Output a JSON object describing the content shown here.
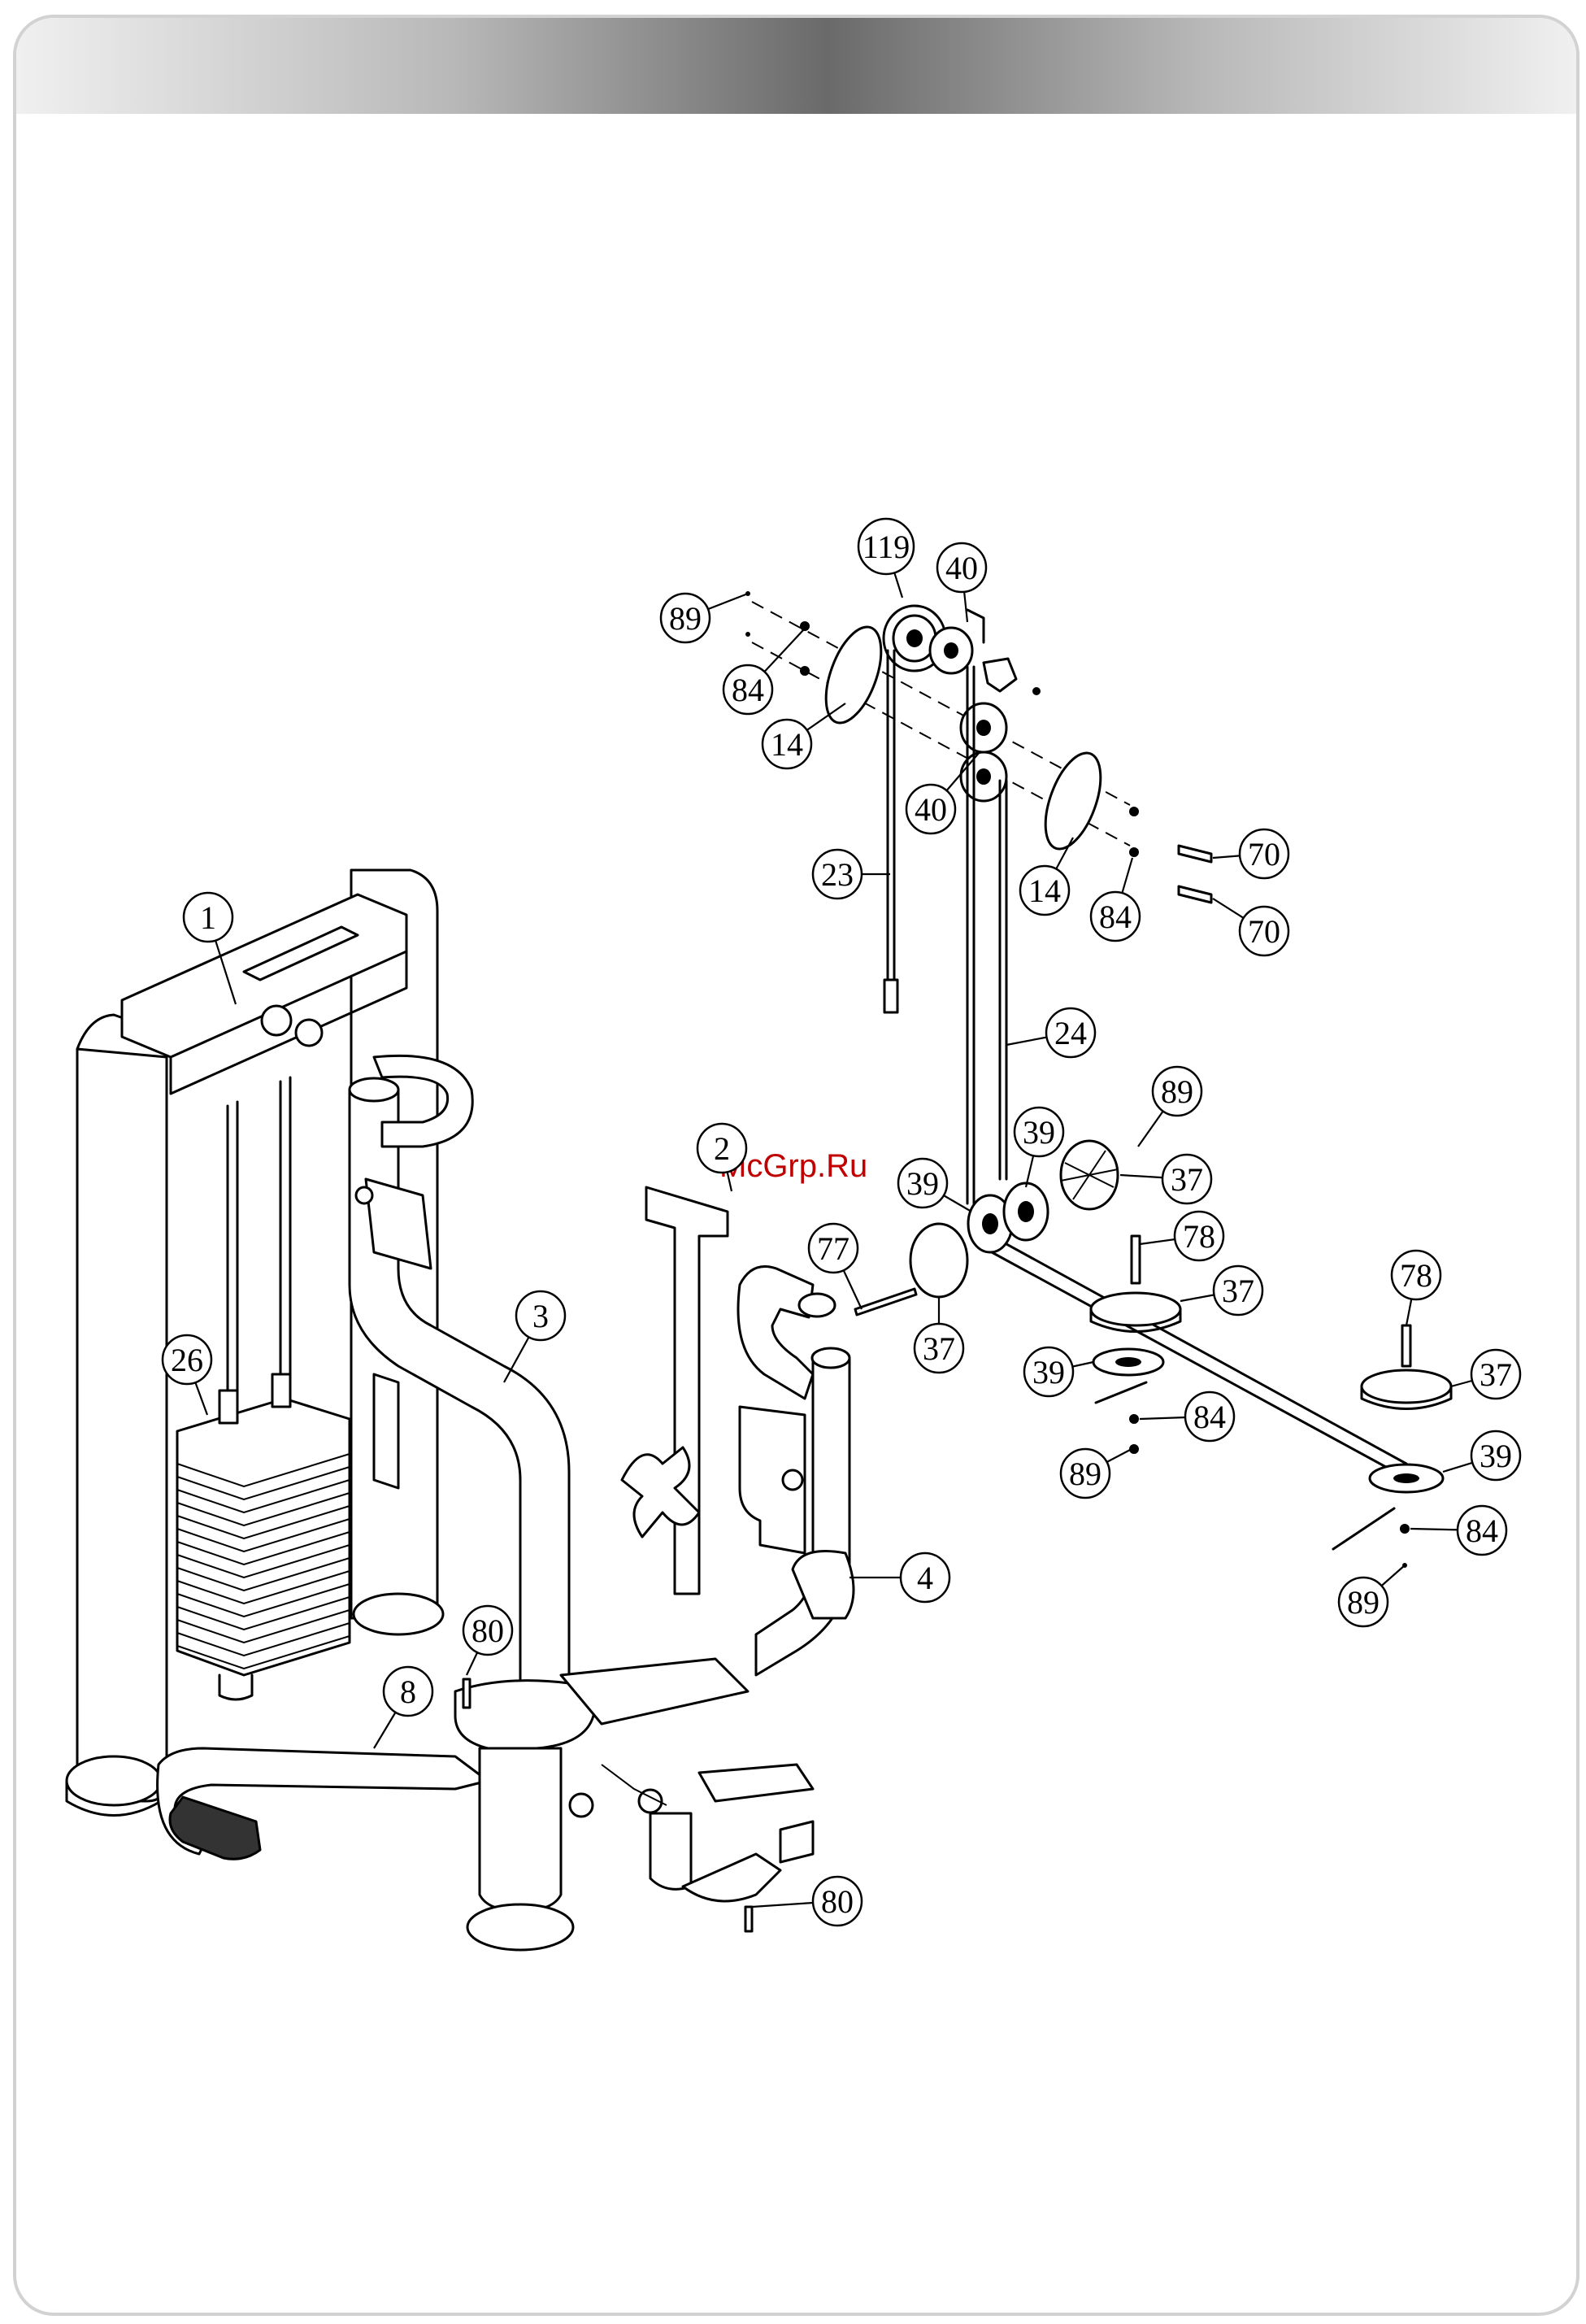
{
  "watermark": "McGrp.Ru",
  "callouts": [
    {
      "label": "119",
      "target": "pulley"
    },
    {
      "label": "40",
      "target": "pulley"
    },
    {
      "label": "89",
      "target": "screw"
    },
    {
      "label": "84",
      "target": "washer"
    },
    {
      "label": "14",
      "target": "cover-plate"
    },
    {
      "label": "40",
      "target": "pulley"
    },
    {
      "label": "23",
      "target": "cable"
    },
    {
      "label": "70",
      "target": "bolt"
    },
    {
      "label": "14",
      "target": "cover-plate"
    },
    {
      "label": "84",
      "target": "washer"
    },
    {
      "label": "70",
      "target": "bolt"
    },
    {
      "label": "1",
      "target": "frame"
    },
    {
      "label": "24",
      "target": "cable"
    },
    {
      "label": "89",
      "target": "screw"
    },
    {
      "label": "2",
      "target": "arm"
    },
    {
      "label": "39",
      "target": "pulley"
    },
    {
      "label": "39",
      "target": "pulley"
    },
    {
      "label": "37",
      "target": "cover-plate"
    },
    {
      "label": "77",
      "target": "bolt"
    },
    {
      "label": "78",
      "target": "bolt"
    },
    {
      "label": "37",
      "target": "cover-plate"
    },
    {
      "label": "3",
      "target": "arm"
    },
    {
      "label": "37",
      "target": "cover-plate"
    },
    {
      "label": "78",
      "target": "bolt"
    },
    {
      "label": "26",
      "target": "weight-stack"
    },
    {
      "label": "39",
      "target": "pulley"
    },
    {
      "label": "37",
      "target": "cover-plate"
    },
    {
      "label": "84",
      "target": "washer"
    },
    {
      "label": "89",
      "target": "screw"
    },
    {
      "label": "39",
      "target": "pulley"
    },
    {
      "label": "84",
      "target": "washer"
    },
    {
      "label": "4",
      "target": "arm"
    },
    {
      "label": "89",
      "target": "screw"
    },
    {
      "label": "80",
      "target": "screw"
    },
    {
      "label": "8",
      "target": "seat-frame"
    },
    {
      "label": "80",
      "target": "screw"
    }
  ]
}
